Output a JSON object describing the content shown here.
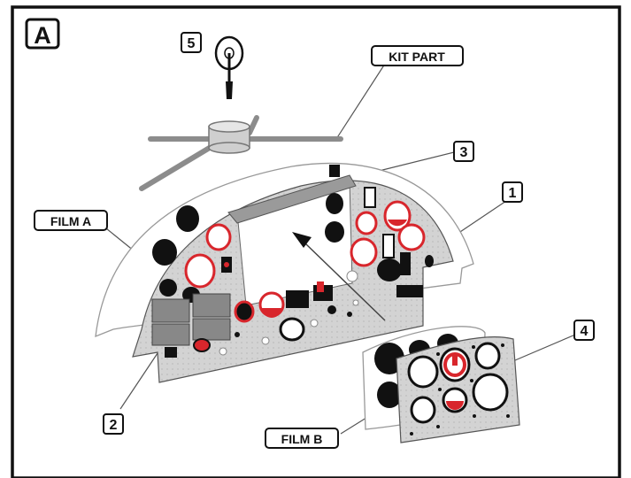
{
  "panel_letter": "A",
  "callouts": {
    "kit_part": "KIT PART",
    "film_a": "FILM A",
    "film_b": "FILM B",
    "n1": "1",
    "n2": "2",
    "n3": "3",
    "n4": "4",
    "n5": "5"
  },
  "colors": {
    "frame": "#111111",
    "panel_fill": "#d9d9d9",
    "film_outline": "#888888",
    "kit_part": "#8c8c8c",
    "gauge_red": "#d8262c",
    "gauge_black": "#111111"
  }
}
